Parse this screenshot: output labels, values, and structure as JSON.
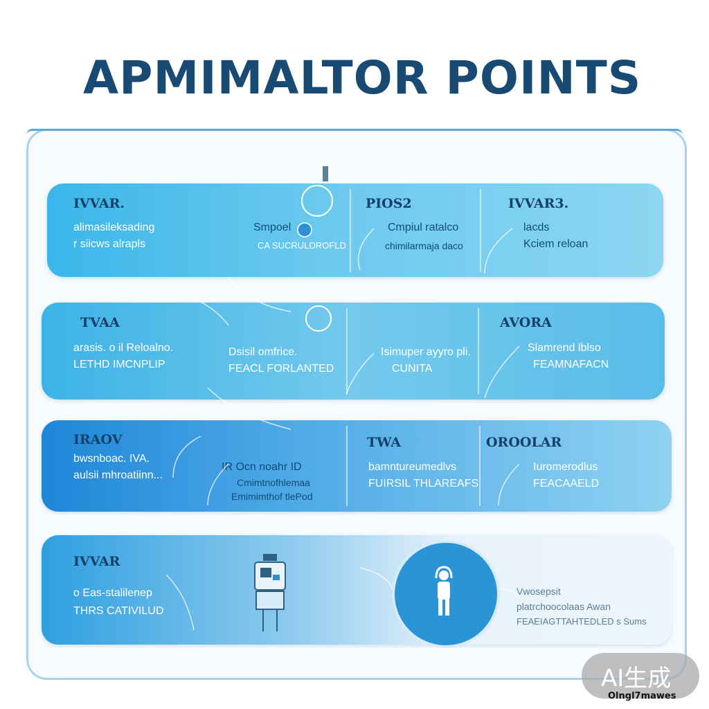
{
  "title": "APMIMALTOR POINTS",
  "rows": [
    {
      "cells": [
        {
          "heading": "IVVAR.",
          "lines": [
            "alimasileksading",
            "r siicws alrapls"
          ]
        },
        {
          "heading": "",
          "lines": [
            "Smpoel",
            "CA SUCRULDROFLD"
          ]
        },
        {
          "heading": "PIOS2",
          "lines": [
            "Cmpiul ratalco",
            "chimilarmaja daco"
          ]
        },
        {
          "heading": "IVVAR3.",
          "lines": [
            "lacds",
            "Kciem reloan"
          ]
        }
      ]
    },
    {
      "cells": [
        {
          "heading": "TVAA",
          "lines": [
            "arasis. o il Reloalno.",
            "LETHD IMCNPLIP"
          ]
        },
        {
          "heading": "",
          "lines": [
            "Dsisil omfrice.",
            "FEACL FORLANTED"
          ]
        },
        {
          "heading": "",
          "lines": [
            "Isimuper ayyro pli.",
            "CUNITA"
          ]
        },
        {
          "heading": "AVORA",
          "lines": [
            "Slamrend lblso",
            "FEAMNAFACN"
          ]
        }
      ]
    },
    {
      "cells": [
        {
          "heading": "IRAOV",
          "lines": [
            "bwsnboac. IVA.",
            "aulsii mhroatiinn..."
          ]
        },
        {
          "heading": "",
          "lines": [
            "IR Ocn noahr  ID",
            "Cmimtnofhlemaa",
            "Emimimthof tlePod"
          ]
        },
        {
          "heading": "TWA",
          "lines": [
            "bamntureumedlvs",
            "FUIRSIL THLAREAFS"
          ]
        },
        {
          "heading": "OROOLAR",
          "lines": [
            "Iuromerodlus",
            "FEACAAELD"
          ]
        }
      ]
    },
    {
      "cells": [
        {
          "heading": "IVVAR",
          "lines": [
            "o Eas-stalilenep",
            "THRS CATIVILUD"
          ]
        },
        {
          "heading": "",
          "lines": []
        },
        {
          "heading": "",
          "lines": []
        },
        {
          "heading": "",
          "lines": [
            "Vwosepsit",
            "platrchoocolaas Awan",
            "FEAEIAGTTAHTEDLED s Sums"
          ]
        }
      ]
    }
  ],
  "watermark": {
    "label": "AI生成",
    "sub": "Olngl7mawes"
  },
  "icons": {
    "center": "person-icon",
    "device": "device-icon"
  }
}
